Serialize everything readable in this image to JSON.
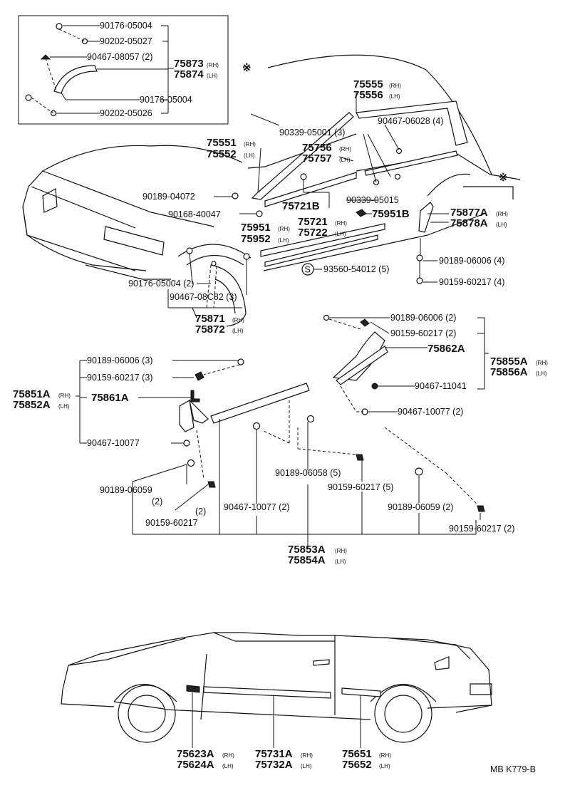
{
  "inset": {
    "p1": "90176-05004",
    "p2": "90202-05027",
    "p3": "90467-08057 (2)",
    "p4": "90176-05004",
    "p5": "90202-05026",
    "main_rh": "75873",
    "main_lh": "75874",
    "rh": "(RH)",
    "lh": "(LH)"
  },
  "upper": {
    "mark_symbol": "※",
    "l75555": "75555",
    "l75556": "75556",
    "lbl_90339_05001": "90339-05001 (3)",
    "lbl_90467_06028": "90467-06028 (4)",
    "l75551": "75551",
    "l75552": "75552",
    "l75756": "75756",
    "l75757": "75757",
    "lbl_90189_04072": "90189-04072",
    "l75721B": "75721B",
    "lbl_90339_05015": "90339-05015",
    "lbl_90168_40047": "90168-40047",
    "l75951B": "75951B",
    "l75877A": "75877A",
    "l75878A": "75878A",
    "l75951": "75951",
    "l75952": "75952",
    "l75721": "75721",
    "l75722": "75722",
    "lbl_90189_06006_4": "90189-06006 (4)",
    "s_symbol": "S",
    "lbl_93560": "93560-54012 (5)",
    "lbl_90159_60217_4": "90159-60217 (4)",
    "lbl_90176_05004_2": "90176-05004 (2)",
    "lbl_90467_08082": "90467-08C82 (3)",
    "l75871": "75871",
    "l75872": "75872"
  },
  "middle": {
    "r_90189_06006_2": "90189-06006 (2)",
    "r_90159_60217_2": "90159-60217 (2)",
    "r_75862A": "75862A",
    "r_75855A": "75855A",
    "r_75856A": "75856A",
    "r_90467_11041": "90467-11041",
    "r_90467_10077_2": "90467-10077 (2)",
    "l_90189_06006_3": "90189-06006 (3)",
    "l_90159_60217_3": "90159-60217 (3)",
    "l_75851A": "75851A",
    "l_75852A": "75852A",
    "l_75861A": "75861A",
    "l_90467_10077": "90467-10077",
    "b_90189_06059": "90189-06059",
    "b_qty2a": "(2)",
    "b_qty2b": "(2)",
    "b_90159_60217": "90159-60217",
    "b_90189_06058": "90189-06058 (5)",
    "b_90159_60217_5": "90159-60217 (5)",
    "b_90467_10077_2": "90467-10077 (2)",
    "b_90189_06059_2": "90189-06059 (2)",
    "b_90159_60217_2": "90159-60217 (2)",
    "b_75853A": "75853A",
    "b_75854A": "75854A"
  },
  "lower": {
    "l75623A": "75623A",
    "l75624A": "75624A",
    "l75731A": "75731A",
    "l75732A": "75732A",
    "l75651": "75651",
    "l75652": "75652"
  },
  "ref_code": "MB  K779-B"
}
